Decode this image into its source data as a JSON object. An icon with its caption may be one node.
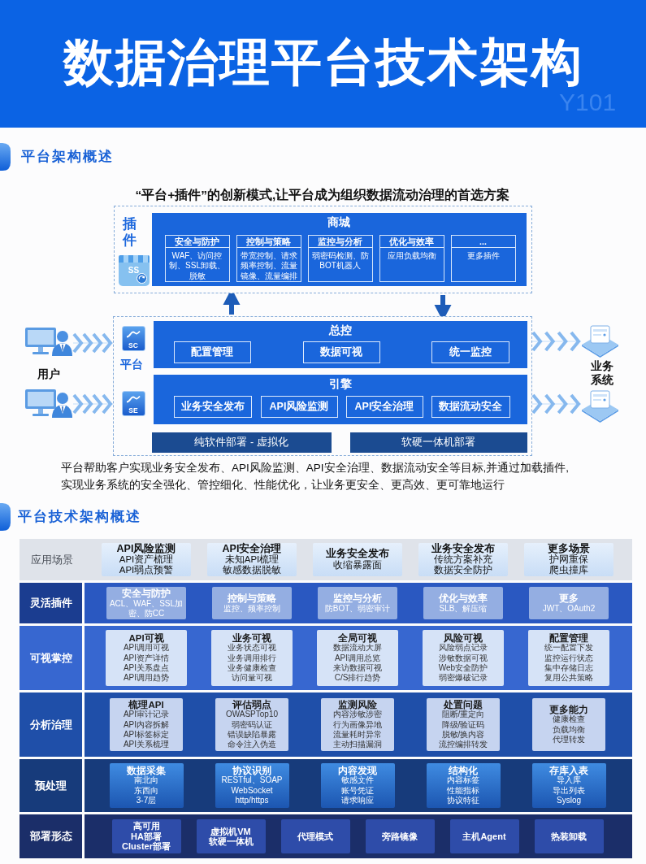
{
  "diagram": {
    "title": "数据治理平台技术架构",
    "nodes": [
      {
        "text": [
          "插件"
        ]
      },
      {
        "text": [
          "SS"
        ],
        "in": 0
      },
      {
        "text": [
          "商城"
        ],
        "in": 0
      },
      {
        "text": [
          "安全与防护",
          "WAF、访问控制、SSL卸载、脱敏"
        ],
        "in": 2
      },
      {
        "text": [
          "控制与策略",
          "带宽控制、请求频率控制、流量镜像、流量编排"
        ],
        "in": 2
      },
      {
        "text": [
          "监控与分析",
          "弱密码检测、防BOT机器人"
        ],
        "in": 2
      },
      {
        "text": [
          "优化与效率",
          "应用负载均衡"
        ],
        "in": 2
      },
      {
        "text": [
          "...",
          "更多插件"
        ],
        "in": 2
      },
      {
        "text": [
          "平台"
        ]
      },
      {
        "text": [
          "SC"
        ],
        "in": 8
      },
      {
        "text": [
          "总控"
        ],
        "in": 8
      },
      {
        "text": [
          "配置管理"
        ],
        "in": 10
      },
      {
        "text": [
          "数据可视"
        ],
        "in": 10
      },
      {
        "text": [
          "统一监控"
        ],
        "in": 10
      },
      {
        "text": [
          "SE"
        ],
        "in": 8
      },
      {
        "text": [
          "引擎"
        ],
        "in": 8
      },
      {
        "text": [
          "业务安全发布"
        ],
        "in": 15
      },
      {
        "text": [
          "API风险监测"
        ],
        "in": 15
      },
      {
        "text": [
          "API安全治理"
        ],
        "in": 15
      },
      {
        "text": [
          "数据流动安全"
        ],
        "in": 15
      },
      {
        "text": [
          "纯软件部署 - 虚拟化"
        ],
        "in": 8
      },
      {
        "text": [
          "软硬一体机部署"
        ],
        "in": 8
      },
      {
        "text": [],
        "shape": "picture"
      },
      {
        "text": [],
        "shape": "picture"
      },
      {
        "text": [],
        "shape": "picture"
      },
      {
        "text": [],
        "shape": "picture"
      },
      {
        "text": [
          "应用场景"
        ]
      },
      {
        "text": [
          "API风险监测",
          "API资产梳理",
          "API弱点预警"
        ],
        "in": 26
      },
      {
        "text": [
          "API安全治理",
          "未知API梳理",
          "敏感数据脱敏"
        ],
        "in": 26
      },
      {
        "text": [
          "业务安全发布",
          "收缩暴露面"
        ],
        "in": 26
      },
      {
        "text": [
          "业务安全发布",
          "传统方案补充",
          "数据安全防护"
        ],
        "in": 26
      },
      {
        "text": [
          "更多场景",
          "护网重保",
          "爬虫撞库"
        ],
        "in": 26
      },
      {
        "text": [
          "灵活插件"
        ]
      },
      {
        "text": [
          "安全与防护",
          "ACL、WAF、SSL加密、防CC"
        ],
        "in": 32
      },
      {
        "text": [
          "控制与策略",
          "监控、频率控制"
        ],
        "in": 32
      },
      {
        "text": [
          "监控与分析",
          "防BOT、弱密审计"
        ],
        "in": 32
      },
      {
        "text": [
          "优化与效率",
          "SLB、解压缩"
        ],
        "in": 32
      },
      {
        "text": [
          "更多",
          "JWT、OAuth2"
        ],
        "in": 32
      },
      {
        "text": [
          "可视掌控"
        ]
      },
      {
        "text": [
          "API可视",
          "API调用可视",
          "API资产详情",
          "API关系盘点",
          "API调用趋势"
        ],
        "in": 38
      },
      {
        "text": [
          "业务可视",
          "业务状态可视",
          "业务调用排行",
          "业务健康检查",
          "访问量可视"
        ],
        "in": 38
      },
      {
        "text": [
          "全局可视",
          "数据流动大屏",
          "API调用总览",
          "来访数据可视",
          "C/S排行趋势"
        ],
        "in": 38
      },
      {
        "text": [
          "风险可视",
          "风险弱点记录",
          "涉敏数据可视",
          "Web安全防护",
          "弱密爆破记录"
        ],
        "in": 38
      },
      {
        "text": [
          "配置管理",
          "统一配置下发",
          "监控运行状态",
          "集中存储日志",
          "复用公共策略"
        ],
        "in": 38
      },
      {
        "text": [
          "分析治理"
        ]
      },
      {
        "text": [
          "梳理API",
          "API审计记录",
          "API内容拆解",
          "API标签标定",
          "API关系梳理"
        ],
        "in": 44
      },
      {
        "text": [
          "评估弱点",
          "OWASPTop10",
          "弱密码认证",
          "错误缺陷暴露",
          "命令注入伪造"
        ],
        "in": 44
      },
      {
        "text": [
          "监测风险",
          "内容涉敏涉密",
          "行为画像异地",
          "流量耗时异常",
          "主动扫描漏洞"
        ],
        "in": 44
      },
      {
        "text": [
          "处置问题",
          "阻断/重定向",
          "降级/验证码",
          "脱敏/换内容",
          "流控编排转发"
        ],
        "in": 44
      },
      {
        "text": [
          "更多能力",
          "健康检查",
          "负载均衡",
          "代理转发"
        ],
        "in": 44
      },
      {
        "text": [
          "预处理"
        ]
      },
      {
        "text": [
          "数据采集",
          "南北向",
          "东西向",
          "3-7层"
        ],
        "in": 50
      },
      {
        "text": [
          "协议识别",
          "RESTful、SOAP",
          "WebSocket",
          "http/https"
        ],
        "in": 50
      },
      {
        "text": [
          "内容发现",
          "敏感文件",
          "账号凭证",
          "请求响应"
        ],
        "in": 50
      },
      {
        "text": [
          "结构化",
          "内容标签",
          "性能指标",
          "协议特征"
        ],
        "in": 50
      },
      {
        "text": [
          "存库入表",
          "导入库",
          "导出列表",
          "Syslog"
        ],
        "in": 50
      },
      {
        "text": [
          "部署形态"
        ]
      },
      {
        "text": [
          "高可用",
          "HA部署",
          "Cluster部署"
        ],
        "in": 56
      },
      {
        "text": [
          "虚拟机VM",
          "软硬一体机"
        ],
        "in": 56
      },
      {
        "text": [
          "代理模式"
        ],
        "in": 56
      },
      {
        "text": [
          "旁路镜像"
        ],
        "in": 56
      },
      {
        "text": [
          "主机Agent"
        ],
        "in": 56
      },
      {
        "text": [
          "热装卸载"
        ],
        "in": 56
      }
    ],
    "edges": [
      {
        "from": 8,
        "to": 0,
        "arrow": "to",
        "style": "thick",
        "color": "#1d5cb8"
      },
      {
        "from": 0,
        "to": 8,
        "arrow": "to",
        "style": "thick",
        "color": "#1d5cb8"
      },
      {
        "from": 22,
        "to": 8,
        "arrow": "to"
      },
      {
        "from": 23,
        "to": 8,
        "arrow": "to"
      },
      {
        "from": 8,
        "to": 24,
        "arrow": "to"
      },
      {
        "from": 8,
        "to": 25,
        "arrow": "to"
      }
    ],
    "labels": [
      "Y101",
      "平台架构概述",
      "“平台+插件”的创新模式,让平台成为组织数据流动治理的首选方案",
      "用户",
      "业务系统",
      "平台帮助客户实现业务安全发布、API风险监测、API安全治理、数据流动安全等目标,并通过加载插件,实现业务系统的安全强化、管控细化、性能优化，让业务更安全、更高效、更可靠地运行",
      "平台技术架构概述"
    ]
  }
}
